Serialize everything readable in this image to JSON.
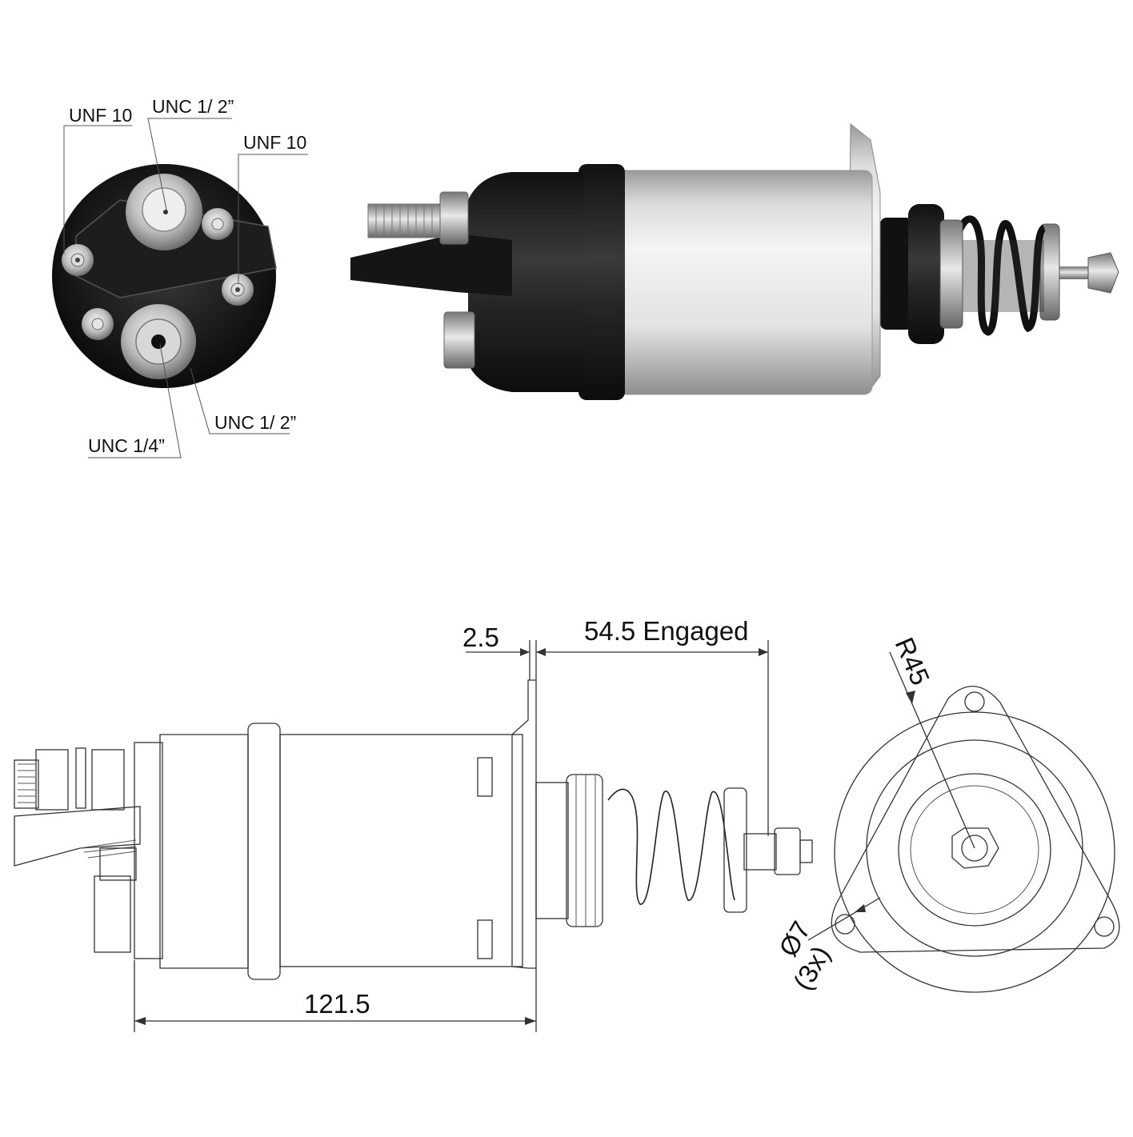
{
  "end_view_labels": {
    "top_left_terminal": "UNF 10",
    "top_center_stud": "UNC 1/ 2”",
    "right_terminal": "UNF 10",
    "bottom_right_stud": "UNC 1/ 2”",
    "bottom_left_stud": "UNC 1/4”"
  },
  "dimensions": {
    "flange_thickness": "2.5",
    "plunger_travel": "54.5 Engaged",
    "body_length": "121.5",
    "flange_radius": "R45",
    "hole_diameter": "Ø7",
    "hole_count": "(3x)"
  },
  "colors": {
    "housing_silver": "#d9d9d9",
    "cap_black": "#1a1a1a",
    "line": "#333333"
  }
}
